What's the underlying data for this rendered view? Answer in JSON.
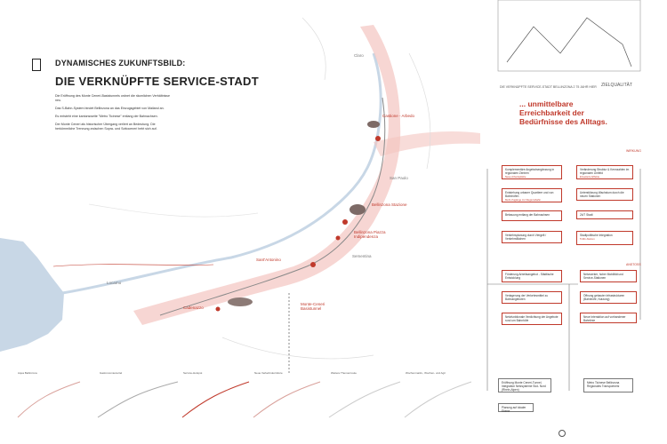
{
  "header": {
    "subtitle": "DYNAMISCHES ZUKUNFTSBILD:",
    "title": "DIE VERKNÜPFTE SERVICE-STADT"
  },
  "intro": [
    "Die Eröffnung des Monte Ceneri-Basistunnels ordnet die räumlichen Verhältnisse neu.",
    "Das S-Bahn-System bindet Bellinzona an das Einzugsgebiet von Mailand an.",
    "Es entsteht eine kantonsweite \"Metro Ticinese\" entlang der Bahnachsen.",
    "Der Monte Ceneri als historischer Übergang verliert an Bedeutung. Die herkömmliche Trennung zwischen Sopra- und Sottoceneri hebt sich auf."
  ],
  "places": {
    "claro": "Claro",
    "castione": "Castione - Arbedo",
    "san_paolo": "San Paolo",
    "bellinzona_station": "Bellinzona Stazione",
    "bellinzona_piazza": "Bellinzona Piazza Indipendenza",
    "sementina": "Sementina",
    "sant_antonino": "Sant'Antonino",
    "cadenazzo": "Cadenazzo",
    "monte_ceneri": "Monte-Ceneri Basistunnel",
    "locarno": "Locarno"
  },
  "right_panel": {
    "header": "DIE VERKNÜPFTE SERVICE-STADT BELLINZONA 2 75 JAHR HIER",
    "ziel_label": "ZIELQUALITÄT",
    "headline": "... unmittelbare Erreichbarkeit der Bedürfnisse des Alltags.",
    "wirkung_label": "WIRKUNG",
    "ursache_label": "ANSTOSS",
    "left_boxes": [
      {
        "text": "Komplementäre Angebotsergänzung in regionalen Zentren",
        "tag": "Neue Arbeitsplätze"
      },
      {
        "text": "Entstehung urbaner Quartiere und von Bahnhöfen",
        "tag": "Mehr Zugänge zur Regionsbahn"
      },
      {
        "text": "Bebauung entlang der Bahnachsen",
        "tag": ""
      },
      {
        "text": "Verkehrsplanung durch Viergelt / Verkehrsflächen",
        "tag": ""
      },
      {
        "text": "Förderung Arbeitsangebot - Städtische Entwicklung",
        "tag": ""
      },
      {
        "text": "Verlagerung der Verkehrsmittel zu Bahnangeboten",
        "tag": ""
      },
      {
        "text": "Netzfunktionale Verdichtung der Angebote rund um Bahnhöfe",
        "tag": ""
      }
    ],
    "right_boxes": [
      {
        "text": "Veränderung Struktur & Kennzahlen im regionalen Umfeld",
        "tag": "Erweiterte Effekte"
      },
      {
        "text": "Unterstützung Wachstum durch die neuen Stationen",
        "tag": ""
      },
      {
        "text": "24/7 Stadt",
        "tag": ""
      },
      {
        "text": "Stadtpolitische Integration",
        "tag": "5 Min-Nutzen"
      },
      {
        "text": "Netzwerker, hoher Mobilität und Service-Stationen",
        "tag": ""
      },
      {
        "text": "Öffnung gebauter Infrastrukturen (Bahnhöfe, Nutzung)",
        "tag": ""
      },
      {
        "text": "Neue Interaktion auf vorhandener Bahnlinie",
        "tag": ""
      }
    ],
    "bottom_left": [
      "Eröffnung Monte Ceneri-Tunnel, Integration Netzsysteme Süd- Nord (Rhein-Alpen)",
      "Planung auf lokaler Ebene"
    ],
    "bottom_right": "Metro Ticinese Bellinzona Regionales Transportnetz"
  },
  "strip_labels": [
    "Aqua Bellinzona",
    "Gastronomieviertel",
    "Service-Hotspot",
    "Neue Verkehrskorridore",
    "Weitere Themenroute",
    "Wochenmarkt-, Wochen- und Agri"
  ],
  "colors": {
    "accent": "#c0392b",
    "light_red": "#f3c4c0",
    "water": "#c8d7e6",
    "line_grey": "#8a8a8a"
  }
}
